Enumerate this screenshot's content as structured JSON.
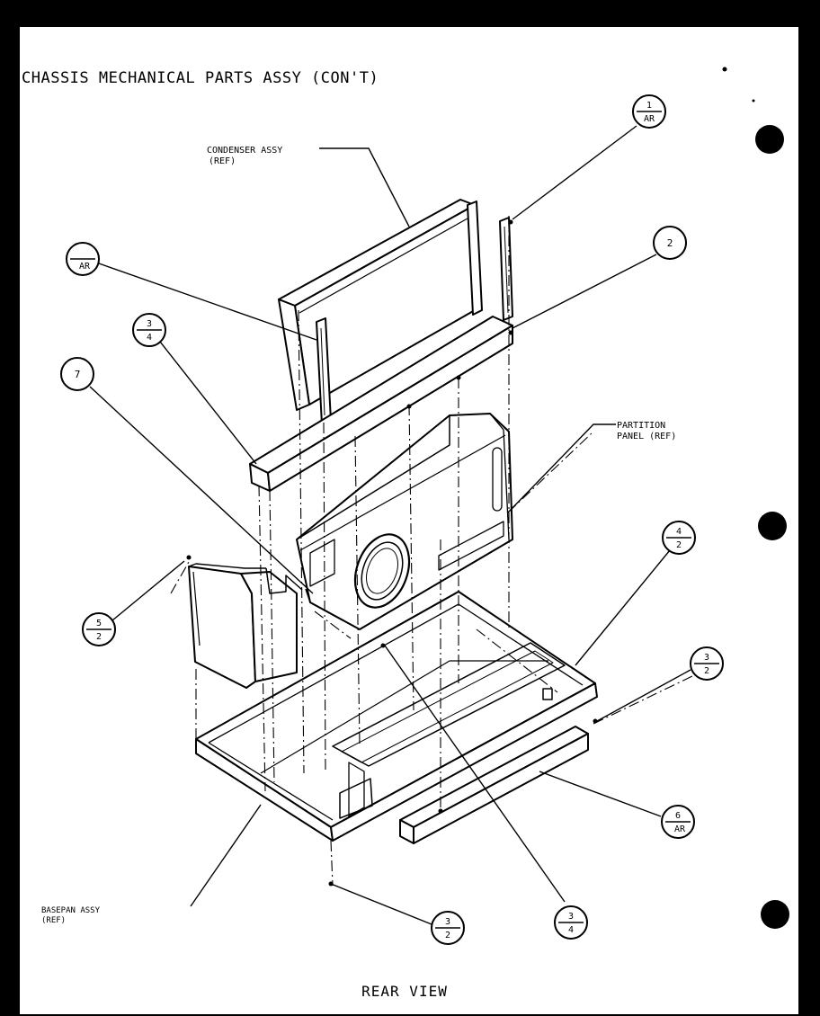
{
  "title": "CHASSIS MECHANICAL PARTS ASSY (CON'T)",
  "view_label": "REAR VIEW",
  "labels": {
    "condenser": [
      "CONDENSER ASSY",
      "(REF)"
    ],
    "partition": [
      "PARTITION",
      "PANEL (REF)"
    ],
    "basepan": [
      "BASEPAN ASSY",
      "(REF)"
    ]
  },
  "callouts": [
    {
      "id": "c1",
      "top": "1",
      "bottom": "AR"
    },
    {
      "id": "c2",
      "top": "",
      "bottom": "AR"
    },
    {
      "id": "c3",
      "top": "3",
      "bottom": "4"
    },
    {
      "id": "c4",
      "top": "7",
      "bottom": ""
    },
    {
      "id": "c5",
      "top": "2",
      "bottom": ""
    },
    {
      "id": "c6",
      "top": "5",
      "bottom": "2"
    },
    {
      "id": "c7",
      "top": "4",
      "bottom": "2"
    },
    {
      "id": "c8",
      "top": "3",
      "bottom": "2"
    },
    {
      "id": "c9",
      "top": "6",
      "bottom": "AR"
    },
    {
      "id": "c10",
      "top": "3",
      "bottom": "2"
    },
    {
      "id": "c11",
      "top": "3",
      "bottom": "4"
    }
  ],
  "colors": {
    "paper": "#ffffff",
    "ink": "#000000",
    "scan_border": "#000000"
  }
}
